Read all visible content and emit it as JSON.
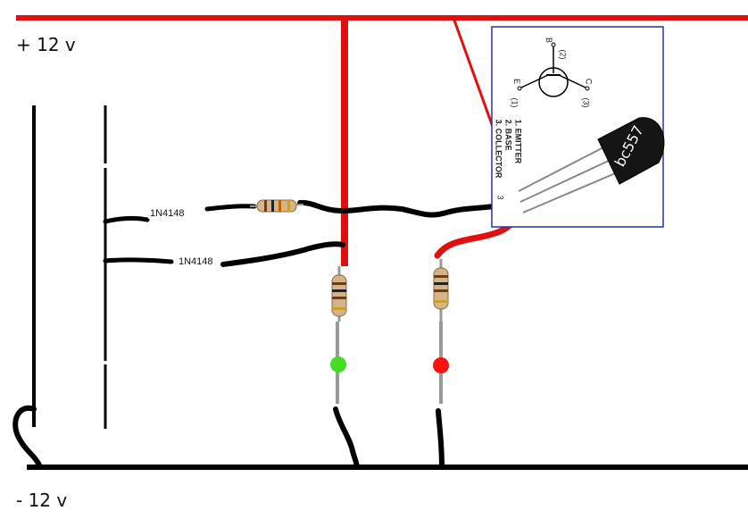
{
  "rails": {
    "positive": "+ 12 v",
    "negative": "- 12 v"
  },
  "diodes": [
    {
      "label": "1N4148"
    },
    {
      "label": "1N4148"
    }
  ],
  "transistor": {
    "part_number": "bc557",
    "symbol_labels": {
      "base": "B",
      "base_pin": "(2)",
      "emitter": "E",
      "emitter_pin": "(1)",
      "collector": "C",
      "collector_pin": "(3)"
    },
    "pin_list": [
      "1.  EMITTER",
      "2.  BASE",
      "3.  COLLECTOR"
    ],
    "lead_number": "3"
  },
  "leds": [
    {
      "color": "#44dd22"
    },
    {
      "color": "#ff1111"
    }
  ],
  "colors": {
    "positive_wire": "#e01010",
    "negative_wire": "#000000",
    "signal_wire": "#111111",
    "datasheet_border": "#2233aa"
  }
}
